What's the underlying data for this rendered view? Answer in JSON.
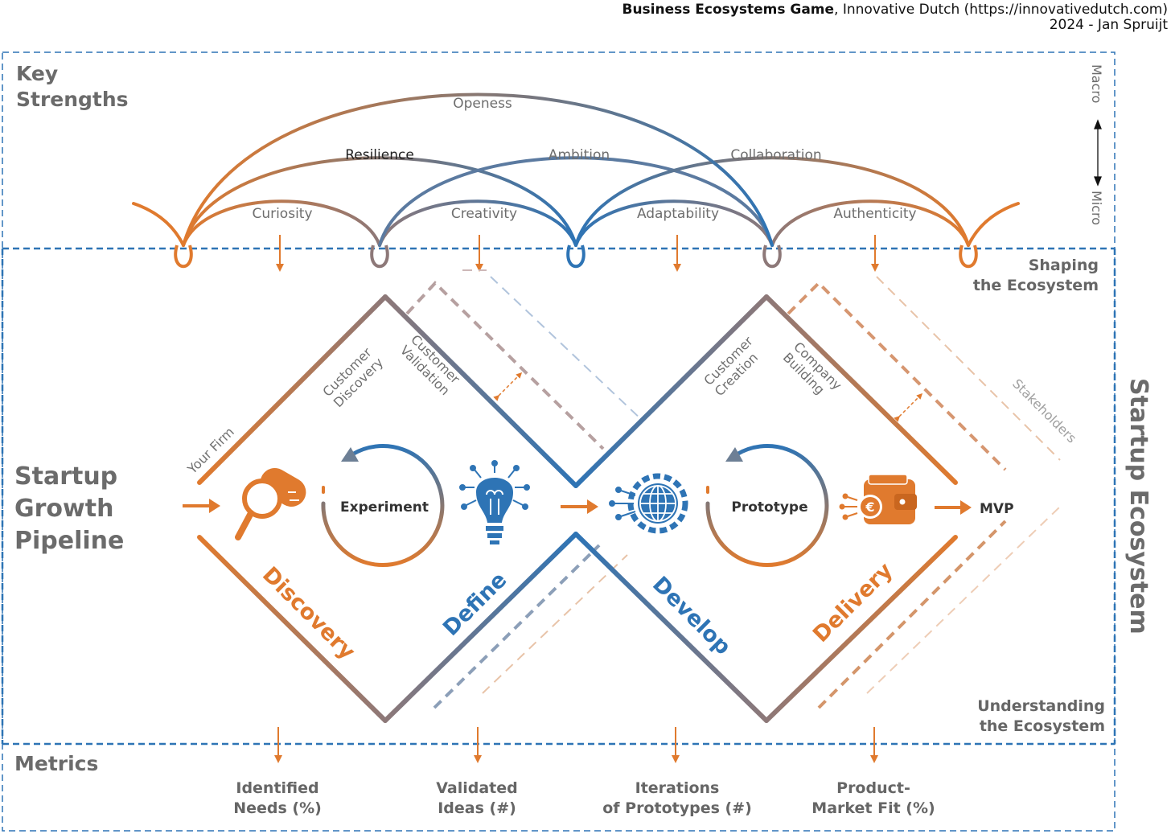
{
  "header": {
    "title_bold": "Business Ecosystems Game",
    "title_rest": ", Innovative Dutch (https://innovativedutch.com)",
    "byline": "2024 - Jan Spruijt"
  },
  "sections": {
    "key_strengths_line1": "Key",
    "key_strengths_line2": "Strengths",
    "pipeline_line1": "Startup",
    "pipeline_line2": "Growth",
    "pipeline_line3": "Pipeline",
    "metrics": "Metrics",
    "ecosystem": "Startup Ecosystem",
    "shaping_line1": "Shaping",
    "shaping_line2": "the Ecosystem",
    "understanding_line1": "Understanding",
    "understanding_line2": "the Ecosystem",
    "macro": "Macro",
    "micro": "Micro"
  },
  "strengths": {
    "openess": "Openess",
    "resilience": "Resilience",
    "ambition": "Ambition",
    "collaboration": "Collaboration",
    "curiosity": "Curiosity",
    "creativity": "Creativity",
    "adaptability": "Adaptability",
    "authenticity": "Authenticity"
  },
  "stages": {
    "your_firm": "Your Firm",
    "customer_discovery_1": "Customer",
    "customer_discovery_2": "Discovery",
    "customer_validation_1": "Customer",
    "customer_validation_2": "Validation",
    "customer_creation_1": "Customer",
    "customer_creation_2": "Creation",
    "company_building_1": "Company",
    "company_building_2": "Building",
    "stakeholders": "Stakeholders"
  },
  "phases": {
    "discovery": "Discovery",
    "define": "Define",
    "develop": "Develop",
    "delivery": "Delivery"
  },
  "loops": {
    "experiment": "Experiment",
    "prototype": "Prototype",
    "mvp": "MVP"
  },
  "metrics": {
    "m1_line1": "Identified",
    "m1_line2": "Needs (%)",
    "m2_line1": "Validated",
    "m2_line2": "Ideas (#)",
    "m3_line1": "Iterations",
    "m3_line2": "of Prototypes (#)",
    "m4_line1": "Product-",
    "m4_line2": "Market Fit (%)"
  },
  "colors": {
    "orange": "#e07a2e",
    "blue": "#2e74b5",
    "mauve": "#8d7878",
    "frame": "#2e74b5"
  },
  "icons": [
    "magnifier-capsule-icon",
    "lightbulb-circuit-icon",
    "globe-gear-icon",
    "wallet-euro-icon"
  ]
}
